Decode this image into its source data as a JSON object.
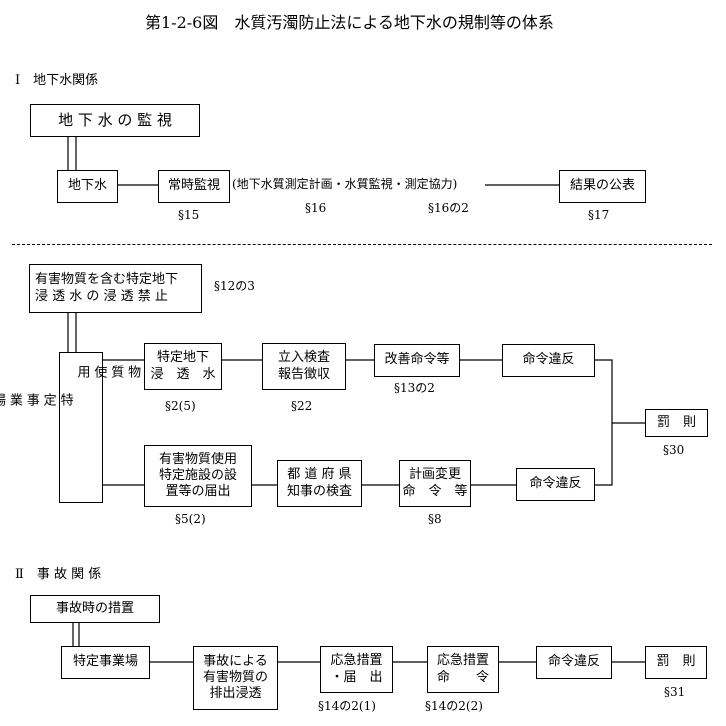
{
  "title": "第1-2-6図　水質汚濁防止法による地下水の規制等の体系",
  "section1": {
    "heading": "Ⅰ　地下水関係",
    "monitor_box": "地 下 水 の 監 視",
    "groundwater_box": "地下水",
    "constant_box": "常時監視",
    "paren_note": "(地下水質測定計画・水質監視・測定協力)",
    "result_box": "結果の公表",
    "ref_15": "§15",
    "ref_16": "§16",
    "ref_16_2": "§16の2",
    "ref_17": "§17",
    "prohibition_box": "有害物質を含む特定地下\n浸 透 水 の 浸 透 禁 止",
    "ref_12_3": "§12の3",
    "facility_col1": "有\n害\n物\n質\n使\n用",
    "facility_col2": "特\n定\n事\n業\n場",
    "seepage_box": "特定地下\n浸　透　水",
    "ref_2_5": "§2(5)",
    "inspection_box": "立入検査\n報告徴収",
    "ref_22": "§22",
    "improve_box": "改善命令等",
    "ref_13_2": "§13の2",
    "violation_box_1": "命令違反",
    "penalty_box": "罰　則",
    "ref_30": "§30",
    "notify_box": "有害物質使用\n特定施設の設\n置等の届出",
    "ref_5_2": "§5(2)",
    "prefecture_box": "都 道 府 県\n知事の検査",
    "plan_change_box": "計画変更\n命　令　等",
    "ref_8": "§8",
    "violation_box_2": "命令違反"
  },
  "section2": {
    "heading": "Ⅱ　事 故 関 係",
    "accident_box": "事故時の措置",
    "facility_box": "特定事業場",
    "discharge_box": "事故による\n有害物質の\n排出浸透",
    "emergency_box": "応急措置\n・届　出",
    "ref_14_2_1": "§14の2(1)",
    "emergency_order_box": "応急措置\n命　　令",
    "ref_14_2_2": "§14の2(2)",
    "violation_box": "命令違反",
    "penalty_box": "罰　則",
    "ref_31": "§31"
  }
}
